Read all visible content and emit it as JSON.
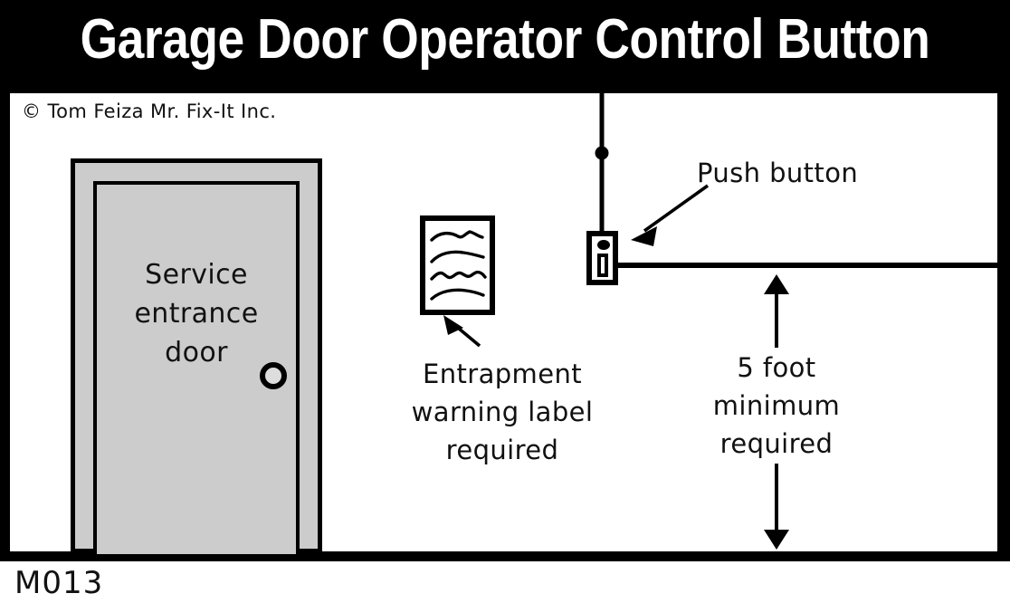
{
  "title": "Garage Door Operator Control Button",
  "copyright": "© Tom Feiza Mr. Fix-It Inc.",
  "model_code": "M013",
  "diagram": {
    "door": {
      "label": "Service\nentrance\ndoor",
      "label_lines": [
        "Service",
        "entrance",
        "door"
      ],
      "knob": "door-knob",
      "fill_color": "#cccccc",
      "stroke_color": "#000000"
    },
    "warning_label": {
      "caption": "Entrapment\nwarning label\nrequired",
      "caption_lines": [
        "Entrapment",
        "warning label",
        "required"
      ],
      "squiggle_lines": 4,
      "fill_color": "#ffffff",
      "stroke_color": "#000000"
    },
    "push_button": {
      "caption": "Push button",
      "fill_color": "#ffffff",
      "stroke_color": "#000000"
    },
    "dimension": {
      "caption": "5 foot\nminimum\nrequired",
      "caption_lines": [
        "5 foot",
        "minimum",
        "required"
      ],
      "value": "5 foot",
      "qualifier": "minimum required",
      "arrow_style": "double-headed-vertical"
    },
    "wall_line": "horizontal-wall-line",
    "wire": "button-wire"
  },
  "colors": {
    "background": "#ffffff",
    "ink": "#000000",
    "title_text": "#ffffff",
    "title_bar": "#000000",
    "door_fill": "#cccccc",
    "knob_fill": "#dddddd"
  }
}
